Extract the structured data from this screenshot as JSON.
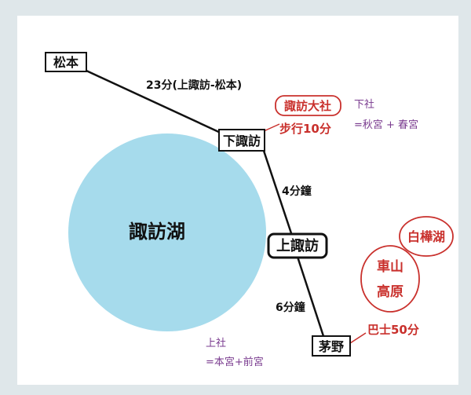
{
  "diagram": {
    "stations": {
      "matsumoto": "松本",
      "shimosuwa": "下諏訪",
      "kamisuwa": "上諏訪",
      "chino": "茅野"
    },
    "lake": "諏訪湖",
    "segments": {
      "matsumoto_shimosuwa": "23分(上諏訪-松本)",
      "shimosuwa_kamisuwa": "4分鐘",
      "kamisuwa_chino": "6分鐘"
    },
    "shrine": {
      "name": "諏訪大社",
      "walk": "步行10分"
    },
    "shimosha": {
      "title": "下社",
      "detail": "=秋宮 + 春宮"
    },
    "kamisha": {
      "title": "上社",
      "detail": "=本宮+前宮"
    },
    "kurumayama": {
      "line1": "車山",
      "line2": "高原"
    },
    "shirakaba": "白樺湖",
    "bus": "巴士50分"
  },
  "colors": {
    "lake": "#a6dbec",
    "red": "#c9302c",
    "purple": "#7a3b8f",
    "line": "#111111"
  }
}
